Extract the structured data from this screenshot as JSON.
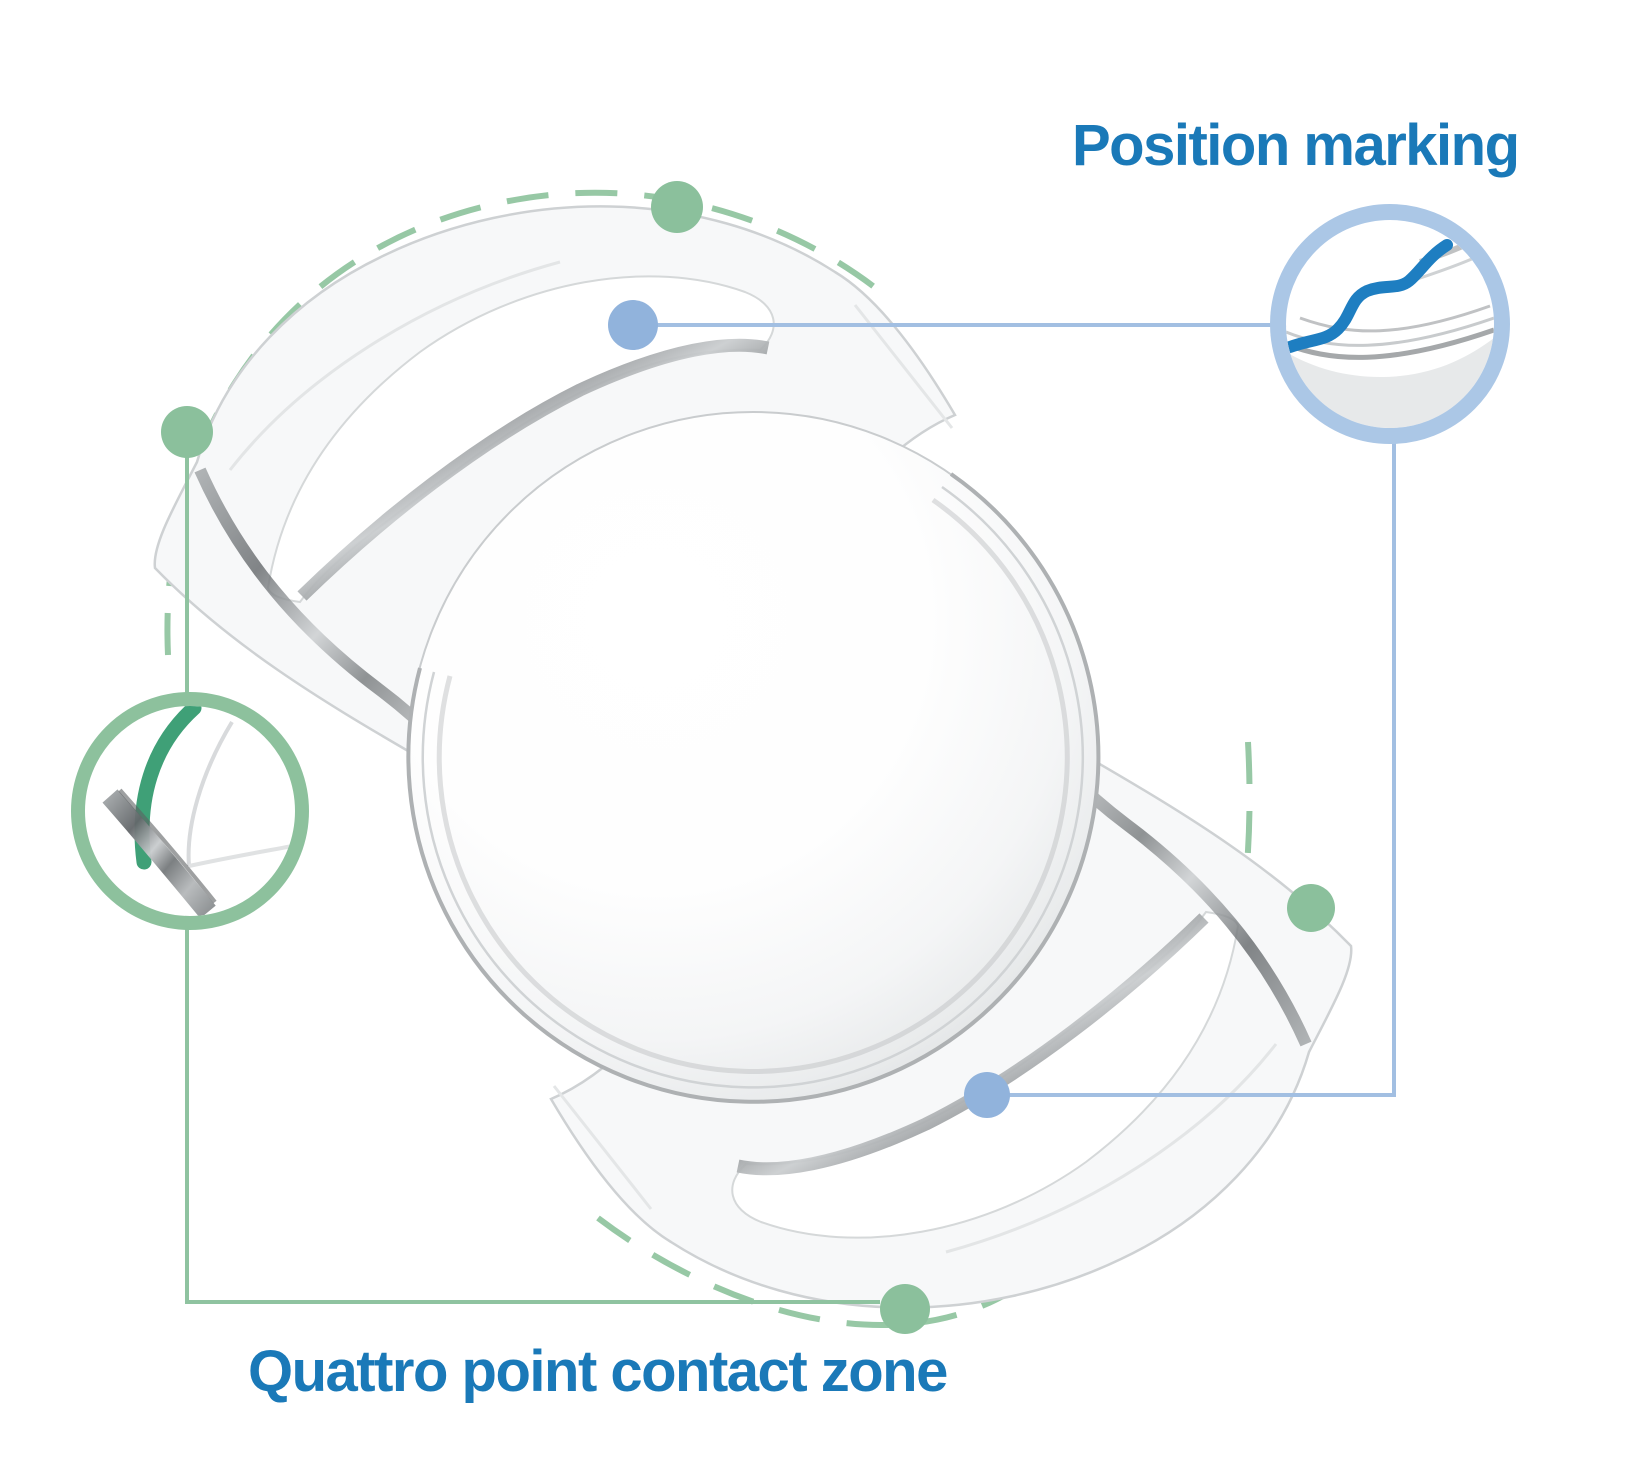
{
  "diagram": {
    "type": "annotated-product-illustration",
    "subject": "plate-haptic intraocular lens (IOL), 3D render, tilted",
    "labels": {
      "position_marking": "Position marking",
      "quattro_contact_zone": "Quattro point contact zone"
    },
    "annotations": {
      "contact_point_markers_green": 4,
      "position_marking_markers_blue": 2,
      "magnifier_insets": 2
    },
    "colors": {
      "label_text_blue": "#1a79b8",
      "marking_line_blue": "#1e7ec1",
      "marker_dot_blue": "#91b3dc",
      "connector_line_blue": "#a2bfe2",
      "magnifier_ring_blue": "#abc7e6",
      "marker_dot_green": "#8bc09c",
      "connector_line_green": "#8fc3a0",
      "dashed_arc_green": "#97c8a5",
      "magnifier_ring_green": "#8dc19d",
      "magnified_arc_green": "#3fa077",
      "lens_body_grey": "#f7f8f9",
      "lens_edge_grey": "#ced1d3"
    }
  }
}
